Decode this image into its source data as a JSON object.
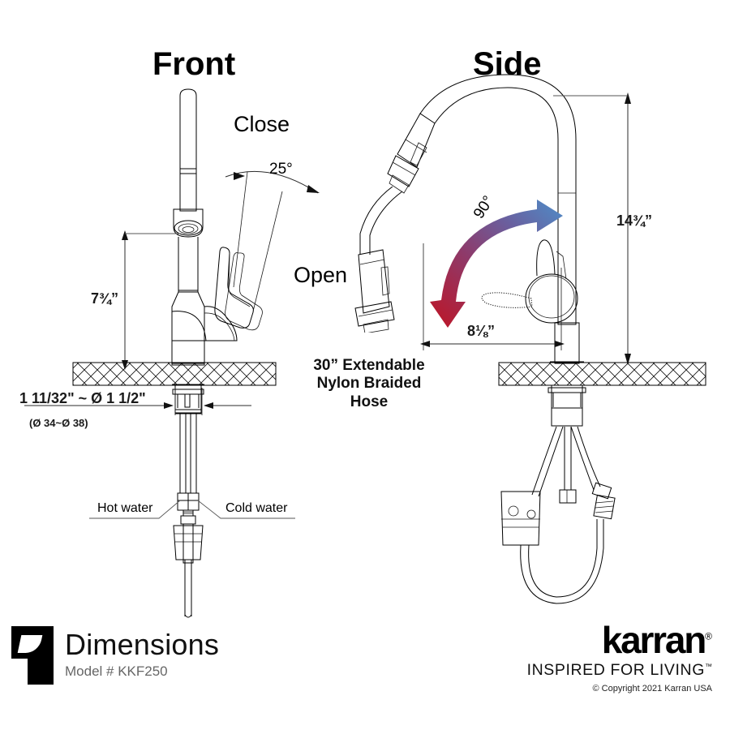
{
  "document": {
    "type": "product-dimension-drawing",
    "background": "#ffffff"
  },
  "views": {
    "front": {
      "title": "Front"
    },
    "side": {
      "title": "Side"
    }
  },
  "annotations": {
    "handle_close": "Close",
    "handle_open": "Open",
    "handle_angle": "25°",
    "swivel_angle": "90°",
    "hose_note_line1": "30” Extendable",
    "hose_note_line2": "Nylon Braided",
    "hose_note_line3": "Hose",
    "hot_water": "Hot water",
    "cold_water": "Cold water"
  },
  "dimensions": {
    "spout_height": "7¾”",
    "overall_height": "14¾”",
    "spout_reach": "8⅛”",
    "hole_size_main": "1 11/32\" ~ Ø 1 1/2\"",
    "hole_size_metric": "(Ø 34~Ø 38)"
  },
  "colors": {
    "arrow_blue": "#4d8ec9",
    "arrow_red": "#bf1424",
    "line": "#000000",
    "dim_line": "#2b2b2b",
    "muted_text": "#666666"
  },
  "footer": {
    "title": "Dimensions",
    "model": "Model # KKF250",
    "brand_name": "karran",
    "brand_registered": "®",
    "brand_tagline": "INSPIRED FOR LIVING",
    "brand_tm": "™",
    "copyright": "© Copyright 2021 Karran USA"
  }
}
